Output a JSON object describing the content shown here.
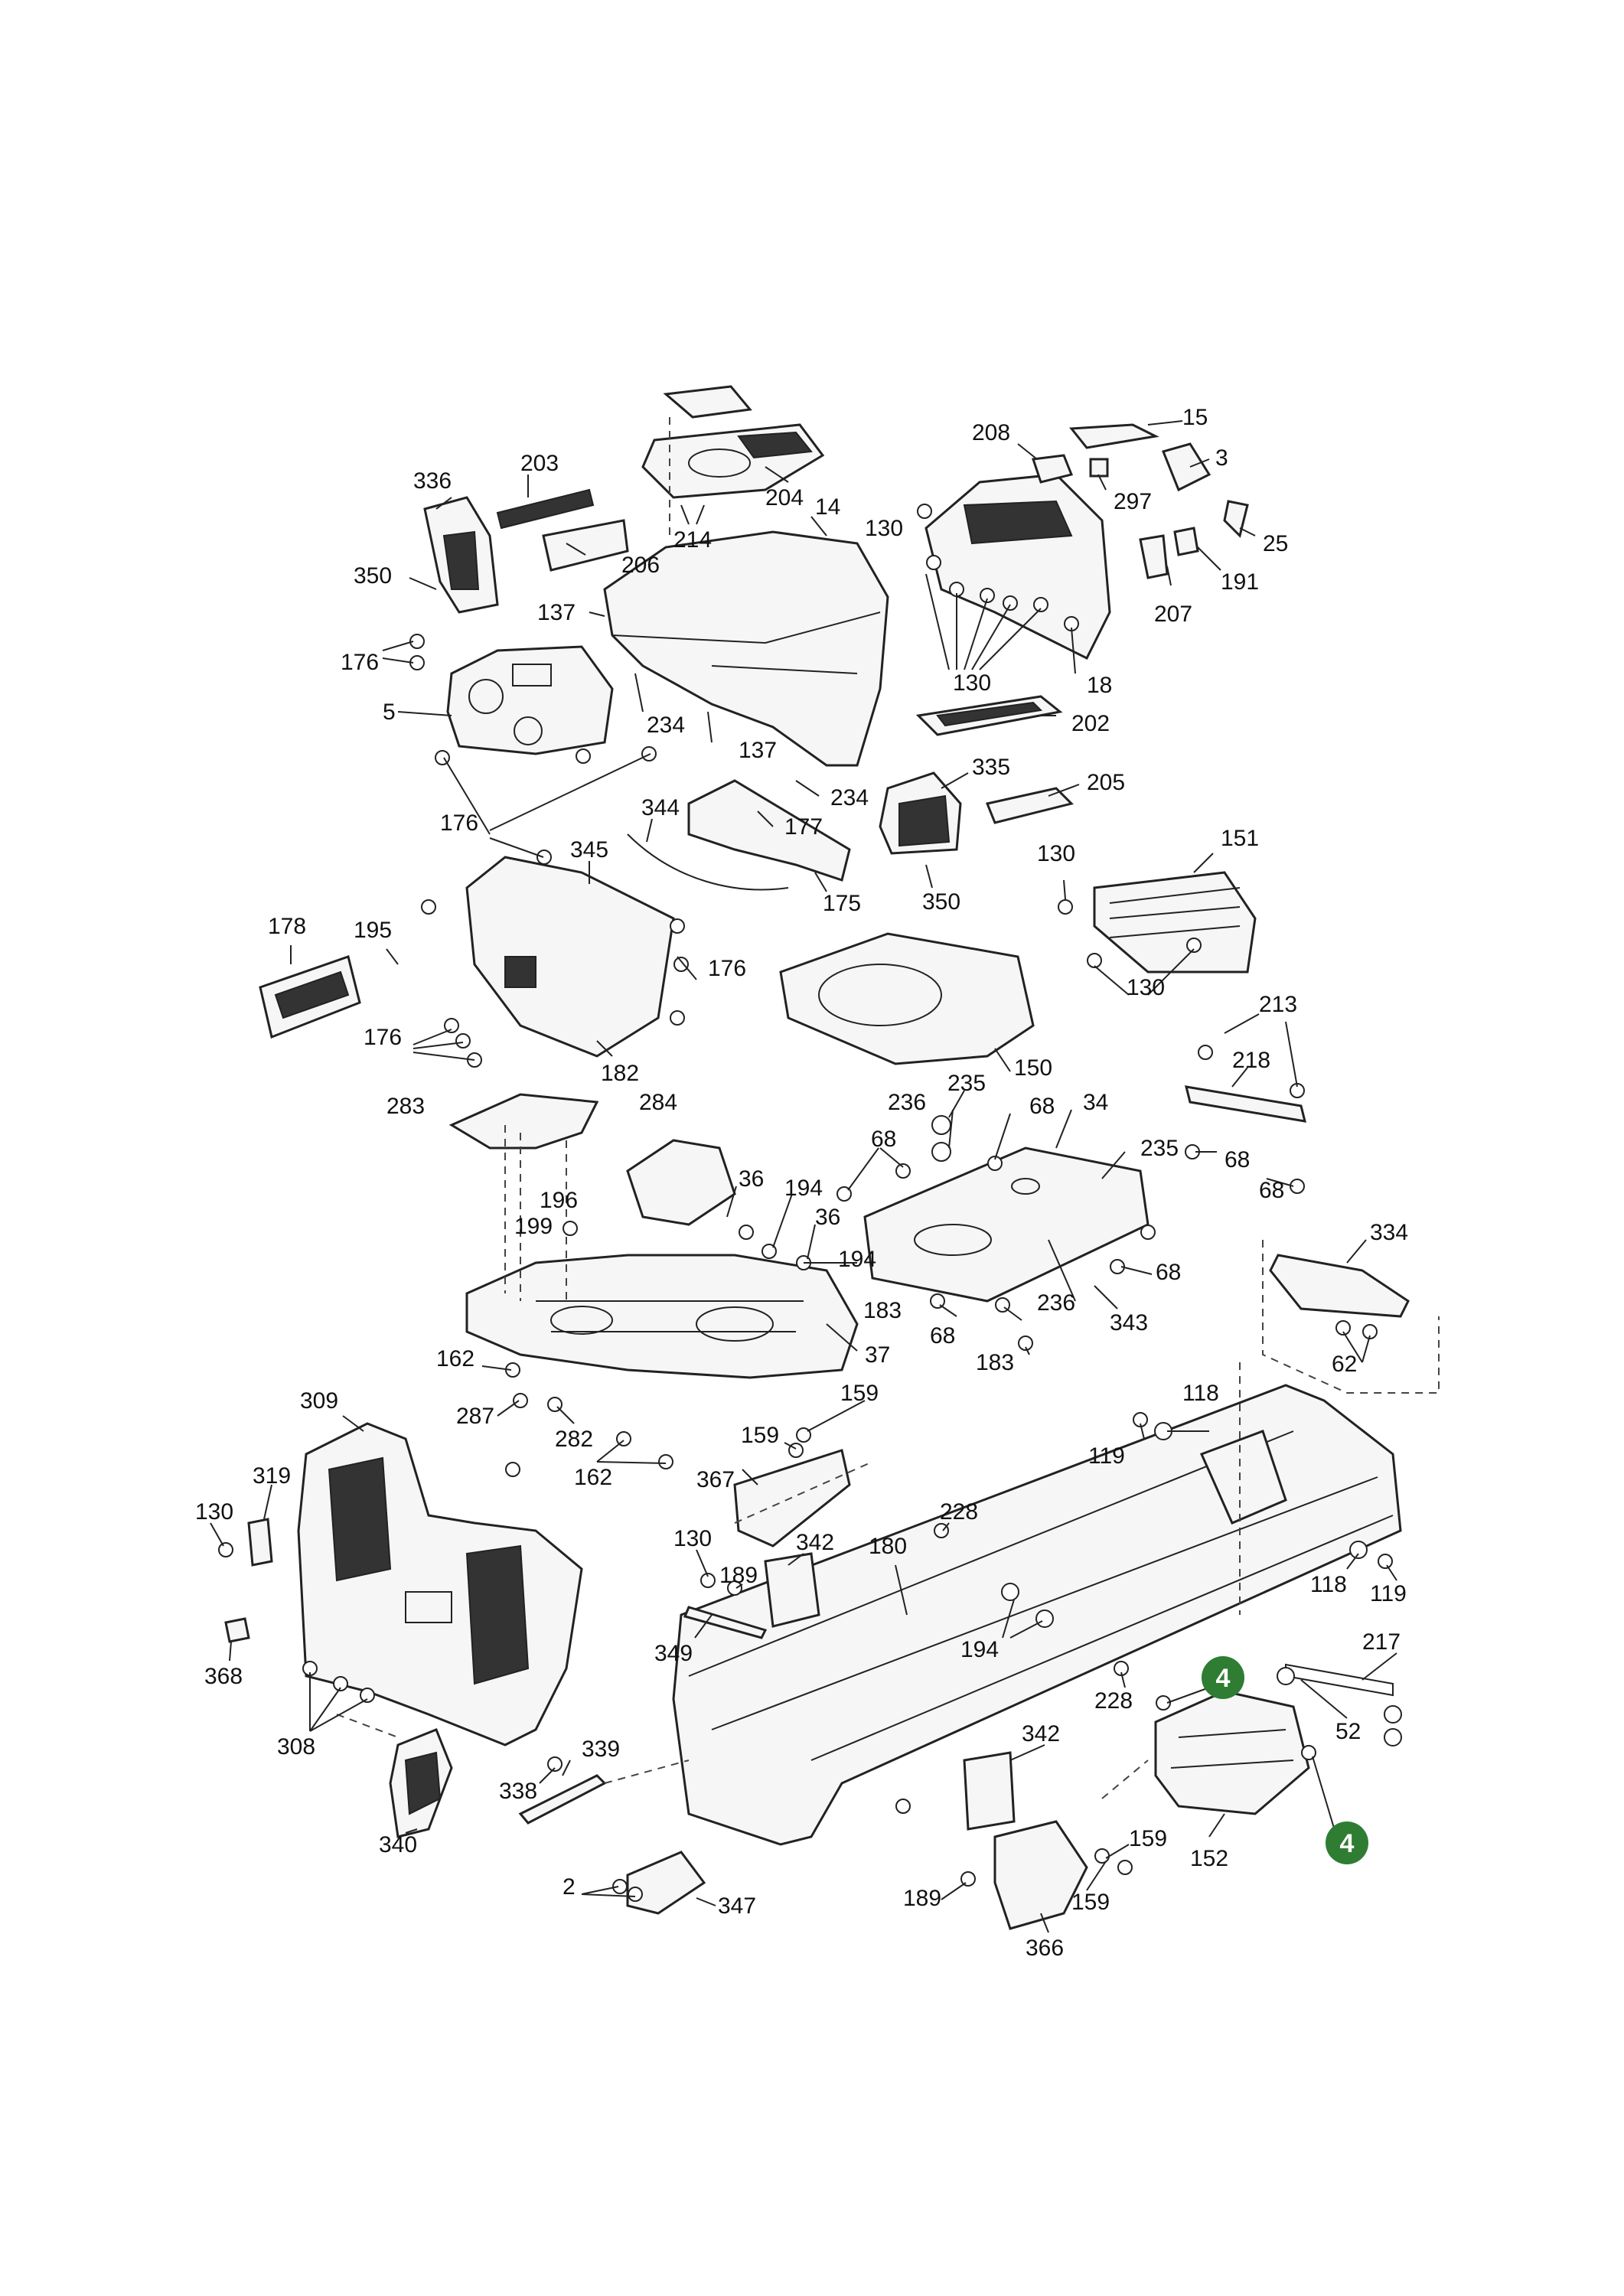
{
  "colors": {
    "line": "#222222",
    "background": "#ffffff",
    "callout": "#2e7d32"
  },
  "callouts": [
    "4",
    "4"
  ],
  "labels": [
    "15",
    "208",
    "3",
    "336",
    "203",
    "204",
    "14",
    "297",
    "25",
    "130",
    "214",
    "191",
    "350",
    "206",
    "207",
    "137",
    "176",
    "130",
    "18",
    "5",
    "234",
    "137",
    "202",
    "234",
    "335",
    "205",
    "176",
    "344",
    "177",
    "345",
    "175",
    "350",
    "130",
    "151",
    "178",
    "195",
    "176",
    "130",
    "176",
    "213",
    "150",
    "182",
    "218",
    "235",
    "236",
    "68",
    "283",
    "284",
    "34",
    "235",
    "68",
    "68",
    "68",
    "36",
    "194",
    "196",
    "36",
    "334",
    "199",
    "194",
    "68",
    "183",
    "236",
    "343",
    "68",
    "183",
    "62",
    "162",
    "37",
    "309",
    "159",
    "287",
    "118",
    "159",
    "282",
    "119",
    "319",
    "367",
    "162",
    "130",
    "228",
    "342",
    "130",
    "180",
    "118",
    "189",
    "119",
    "349",
    "194",
    "217",
    "368",
    "228",
    "52",
    "308",
    "342",
    "339",
    "338",
    "159",
    "152",
    "340",
    "2",
    "347",
    "189",
    "159",
    "366"
  ]
}
